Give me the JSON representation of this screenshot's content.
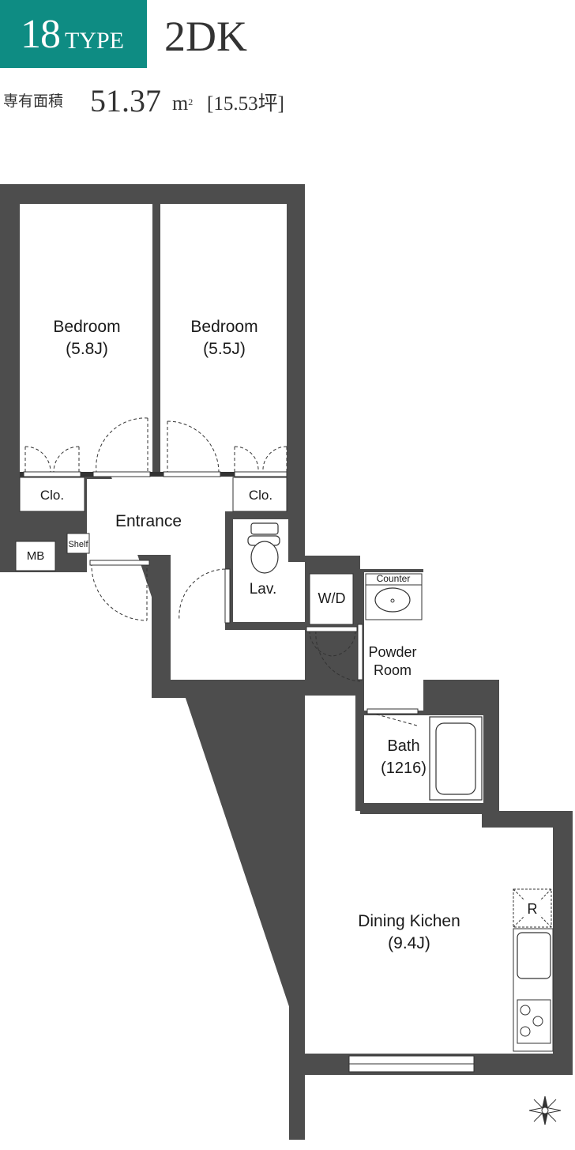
{
  "header": {
    "type_number": "18",
    "type_word": "TYPE",
    "layout": "2DK",
    "area_label": "専有面積",
    "area_value": "51.37",
    "area_unit": "m",
    "area_unit_sup": "2",
    "area_tsubo": "[15.53坪]"
  },
  "rooms": {
    "bedroom1_name": "Bedroom",
    "bedroom1_size": "(5.8J)",
    "bedroom2_name": "Bedroom",
    "bedroom2_size": "(5.5J)",
    "closet1": "Clo.",
    "closet2": "Clo.",
    "entrance": "Entrance",
    "mb": "MB",
    "shelf": "Shelf",
    "lav": "Lav.",
    "wd": "W/D",
    "counter": "Counter",
    "powder1": "Powder",
    "powder2": "Room",
    "bath1": "Bath",
    "bath2": "(1216)",
    "dining1": "Dining Kichen",
    "dining2": "(9.4J)",
    "fridge": "R"
  },
  "colors": {
    "accent": "#0e8c83",
    "wall": "#4d4d4d"
  }
}
